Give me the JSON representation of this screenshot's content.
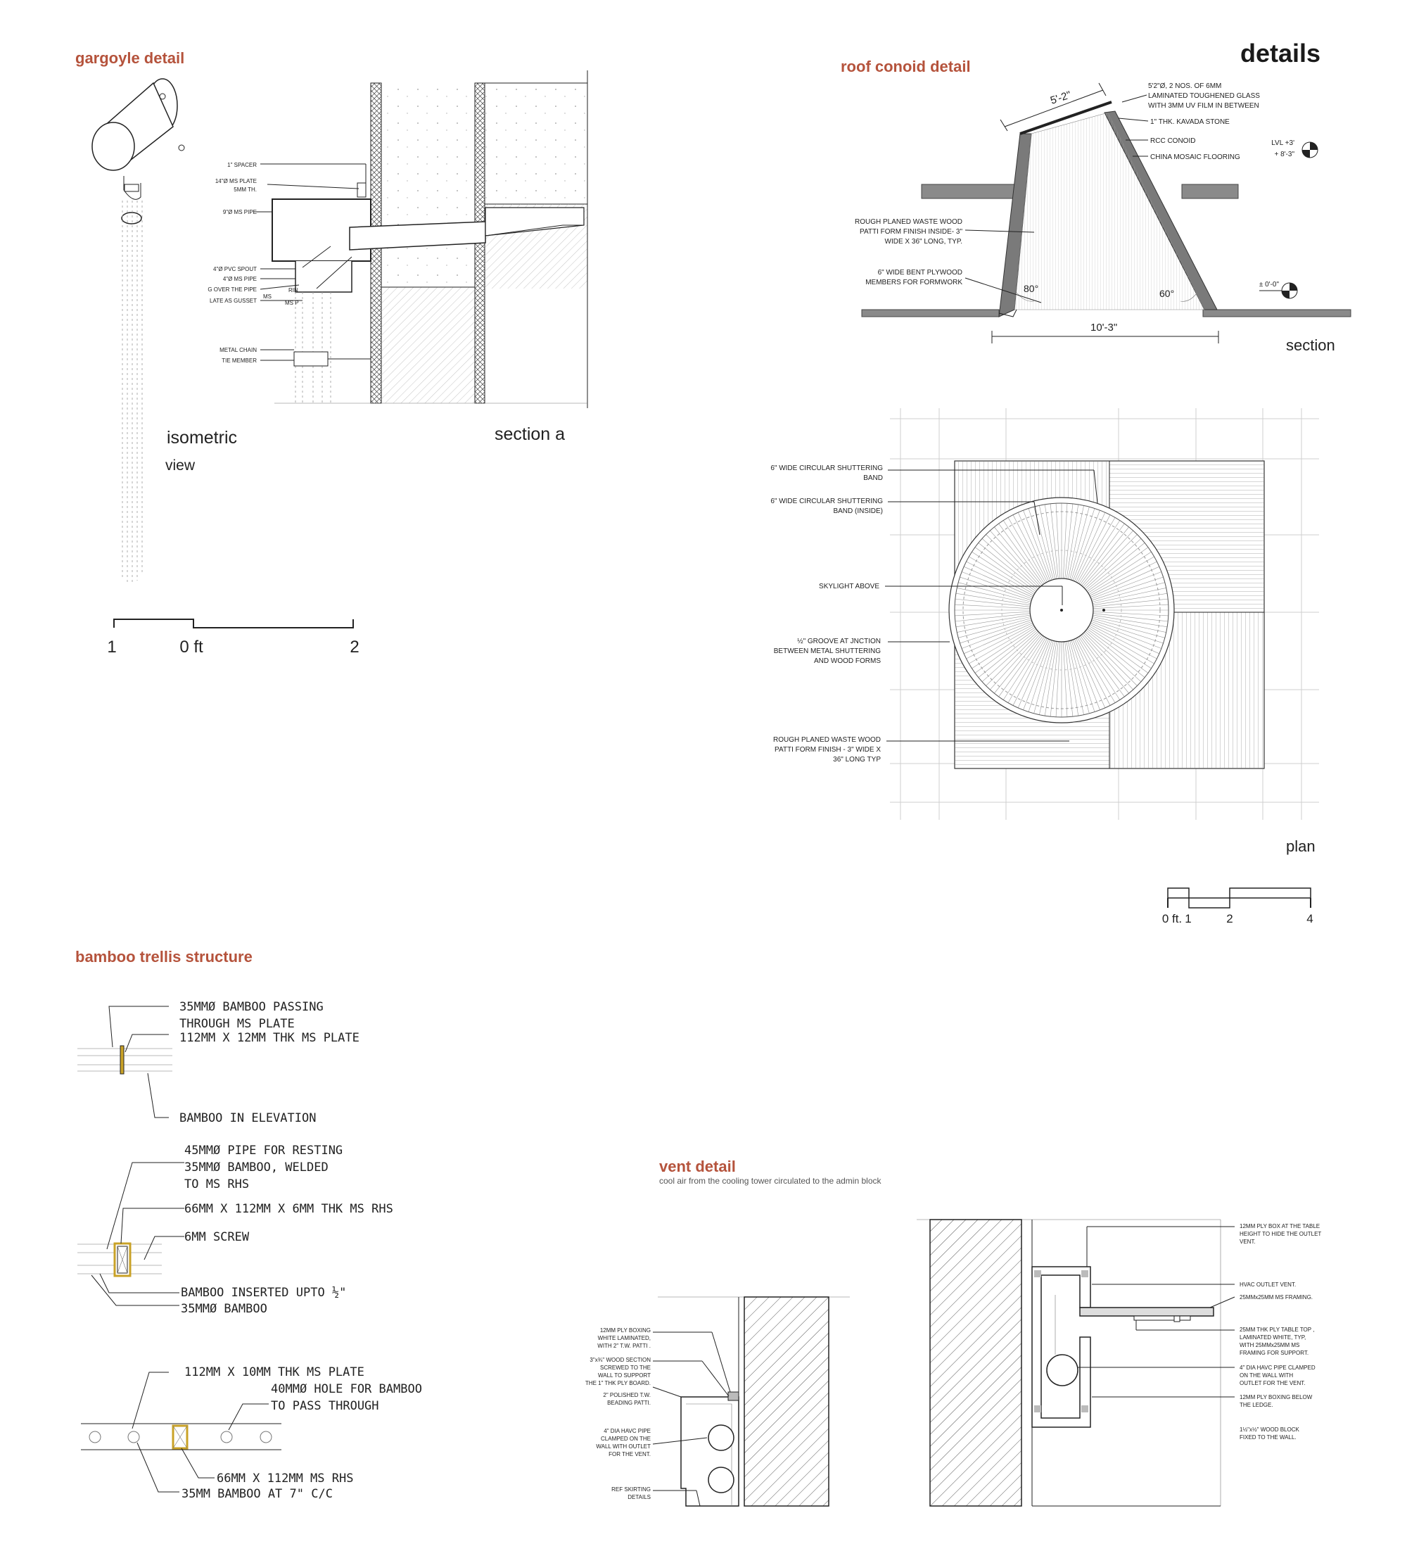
{
  "colors": {
    "accent": "#b5533c",
    "ink": "#222222",
    "concrete": "#7a7a7a",
    "bamboo": "#c9a227"
  },
  "page_title": "details",
  "gargoyle": {
    "title": "gargoyle detail",
    "labels": [
      "1\" SPACER",
      "14\"Ø MS PLATE",
      "5MM TH.",
      "9\"Ø MS PIPE",
      "4\"Ø PVC SPOUT",
      "4\"Ø MS PIPE",
      "G OVER THE PIPE",
      "LATE AS GUSSET",
      "RIN",
      "MS",
      "MS P",
      "METAL CHAIN",
      "TIE MEMBER"
    ],
    "isometric_label": "isometric",
    "view_label": "view",
    "section_label": "section a",
    "scale": [
      "1",
      "0 ft",
      "2"
    ]
  },
  "conoid": {
    "title": "roof conoid detail",
    "section_labels": [
      "5'2\"Ø, 2 NOS. OF 6MM",
      "LAMINATED TOUGHENED GLASS",
      "WITH 3MM UV FILM IN BETWEEN",
      "1\" THK. KAVADA STONE",
      "RCC CONOID",
      "CHINA MOSAIC FLOORING",
      "ROUGH PLANED WASTE WOOD",
      "PATTI FORM FINISH INSIDE- 3\"",
      "WIDE X 36\" LONG, TYP.",
      "6\" WIDE BENT PLYWOOD",
      "MEMBERS FOR FORMWORK"
    ],
    "dims": {
      "top": "5'-2\"",
      "bottom": "10'-3\"",
      "angle_left": "80°",
      "angle_right": "60°"
    },
    "levels": [
      "LVL +3'",
      "+ 8'-3\"",
      "± 0'-0\""
    ],
    "section_label": "section",
    "plan_labels": [
      "6\" WIDE CIRCULAR SHUTTERING",
      "BAND",
      "6\" WIDE CIRCULAR SHUTTERING",
      "BAND (INSIDE)",
      "SKYLIGHT ABOVE",
      "½\" GROOVE AT JNCTION",
      "BETWEEN METAL SHUTTERING",
      "AND WOOD FORMS",
      "ROUGH PLANED WASTE WOOD",
      "PATTI FORM FINISH - 3\" WIDE X",
      "36\" LONG TYP"
    ],
    "plan_label": "plan",
    "scale": [
      "0 ft.",
      "1",
      "2",
      "4"
    ]
  },
  "bamboo": {
    "title": "bamboo trellis structure",
    "labels": [
      "35MMØ BAMBOO PASSING",
      "THROUGH MS PLATE",
      "112MM X 12MM THK MS PLATE",
      "BAMBOO IN ELEVATION",
      "45MMØ PIPE FOR RESTING",
      "35MMØ BAMBOO, WELDED",
      "TO MS RHS",
      "66MM X 112MM X 6MM THK MS RHS",
      "6MM SCREW",
      "BAMBOO INSERTED UPTO ½\"",
      "35MMØ BAMBOO",
      "112MM X 10MM THK MS PLATE",
      "40MMØ HOLE FOR BAMBOO",
      "TO PASS THROUGH",
      "66MM X 112MM MS RHS",
      "35MM BAMBOO AT 7\" C/C"
    ]
  },
  "vent": {
    "title": "vent detail",
    "subtitle": "cool air from the cooling tower circulated to the admin block",
    "left_labels": [
      "12MM PLY BOXING",
      "WHITE LAMINATED,",
      "WITH 2\" T.W. PATTI .",
      "3\"x¾\" WOOD SECTION",
      "SCREWED TO THE",
      "WALL TO SUPPORT",
      "THE 1\" THK PLY BOARD.",
      "2\" POLISHED T.W.",
      "BEADING PATTI.",
      "4\" DIA HAVC PIPE",
      "CLAMPED ON THE",
      "WALL WITH OUTLET",
      "FOR THE VENT.",
      "REF SKIRTING",
      "DETAILS"
    ],
    "right_labels": [
      "12MM PLY BOX AT THE TABLE",
      "HEIGHT TO HIDE THE OUTLET",
      "VENT.",
      "HVAC OUTLET VENT.",
      "25MMx25MM MS FRAMING.",
      "25MM THK PLY TABLE TOP ,",
      "LAMINATED WHITE, TYP,",
      "WITH 25MMx25MM MS",
      "FRAMING FOR SUPPORT.",
      "4\" DIA HAVC PIPE CLAMPED",
      "ON THE WALL WITH",
      "OUTLET FOR THE VENT.",
      "12MM PLY BOXING BELOW",
      "THE LEDGE.",
      "1½\"x½\" WOOD BLOCK",
      "FIXED TO THE WALL."
    ]
  }
}
